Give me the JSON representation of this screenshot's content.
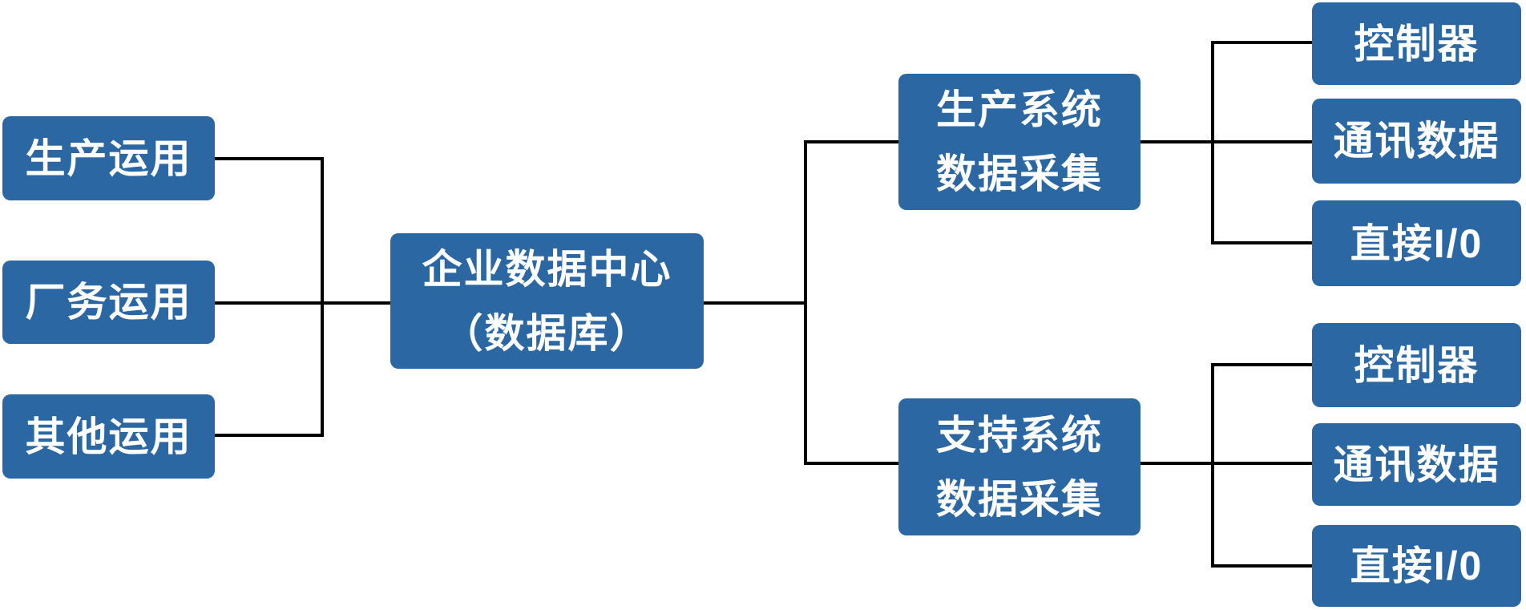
{
  "diagram_title": "",
  "colors": {
    "node_fill": "#2b67a3",
    "node_text": "#ffffff",
    "connector": "#000000",
    "background": "#ffffff"
  },
  "nodes": {
    "left": [
      {
        "label": "生产运用"
      },
      {
        "label": "厂务运用"
      },
      {
        "label": "其他运用"
      }
    ],
    "center": {
      "line1": "企业数据中心",
      "line2": "（数据库）"
    },
    "mid": [
      {
        "line1": "生产系统",
        "line2": "数据采集"
      },
      {
        "line1": "支持系统",
        "line2": "数据采集"
      }
    ],
    "leaves_top": [
      {
        "label": "控制器"
      },
      {
        "label": "通讯数据"
      },
      {
        "label": "直接I/0"
      }
    ],
    "leaves_bottom": [
      {
        "label": "控制器"
      },
      {
        "label": "通讯数据"
      },
      {
        "label": "直接I/0"
      }
    ]
  }
}
